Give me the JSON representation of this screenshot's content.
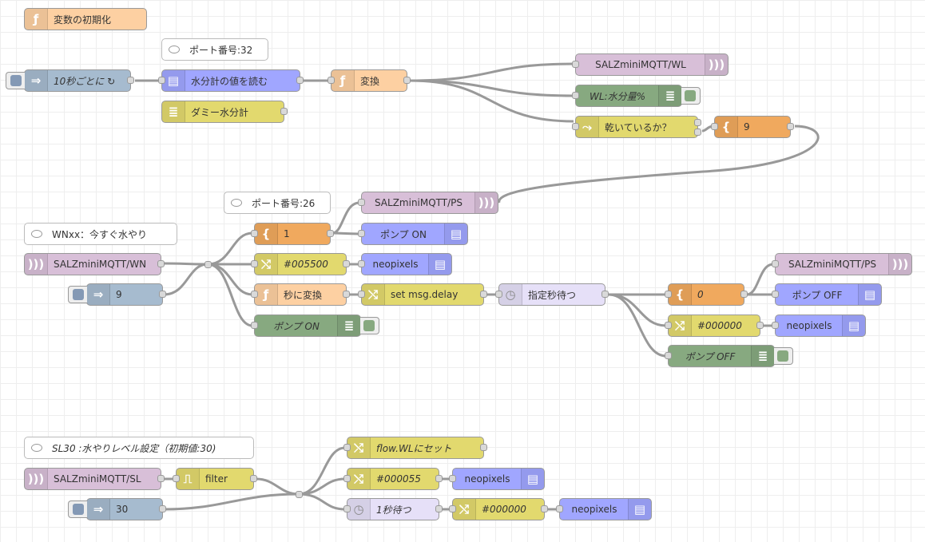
{
  "flow": {
    "nodes": {
      "init_func": {
        "label": "変数の初期化",
        "icon": "function-icon",
        "color": "#fdd0a2"
      },
      "inject_10s": {
        "label": "10秒ごとに ↻",
        "icon": "inject-arrow-icon",
        "color": "#a6bbcf"
      },
      "comment_port32": {
        "label": "ポート番号:32"
      },
      "read_moisture": {
        "label": "水分計の値を読む",
        "icon": "rpi-gpio-icon",
        "color": "#a0a6ff"
      },
      "dummy_meter": {
        "label": "ダミー水分計",
        "icon": "list-icon",
        "color": "#e2d96e"
      },
      "convert": {
        "label": "変換",
        "icon": "function-icon",
        "color": "#fdd0a2"
      },
      "mqtt_wl": {
        "label": "SALZminiMQTT/WL",
        "icon": "mqtt-wave-icon",
        "color": "#d8bfd8"
      },
      "debug_wl": {
        "label": "WL:水分量%",
        "icon": "debug-list-icon",
        "color": "#87a980"
      },
      "switch_dry": {
        "label": "乾いているか？",
        "icon": "switch-icon",
        "color": "#e2d96e"
      },
      "template_9": {
        "label": "9",
        "icon": "template-brace-icon",
        "color": "#f0a95e"
      },
      "comment_port26": {
        "label": "ポート番号:26"
      },
      "mqtt_ps_top": {
        "label": "SALZminiMQTT/PS",
        "icon": "mqtt-wave-icon",
        "color": "#d8bfd8"
      },
      "comment_wnxx": {
        "label": "WNxx：今すぐ水やり"
      },
      "mqtt_wn": {
        "label": "SALZminiMQTT/WN",
        "icon": "mqtt-wave-icon",
        "color": "#d8bfd8"
      },
      "inject_9": {
        "label": "9",
        "icon": "inject-arrow-icon",
        "color": "#a6bbcf"
      },
      "template_1": {
        "label": "1",
        "icon": "template-brace-icon",
        "color": "#f0a95e"
      },
      "pump_on": {
        "label": "ポンプ ON",
        "icon": "rpi-gpio-icon",
        "color": "#a0a6ff"
      },
      "change_005500": {
        "label": "#005500",
        "icon": "change-shuffle-icon",
        "color": "#e2d96e"
      },
      "neo_1": {
        "label": "neopixels",
        "icon": "rpi-gpio-icon",
        "color": "#a0a6ff"
      },
      "to_seconds": {
        "label": "秒に変換",
        "icon": "function-icon",
        "color": "#fdd0a2"
      },
      "set_delay": {
        "label": "set msg.delay",
        "icon": "change-shuffle-icon",
        "color": "#e2d96e"
      },
      "wait_seconds": {
        "label": "指定秒待つ",
        "icon": "delay-clock-icon",
        "color": "#e6e0f8"
      },
      "debug_pump_on": {
        "label": "ポンプ ON",
        "icon": "debug-list-icon",
        "color": "#87a980"
      },
      "mqtt_ps_2": {
        "label": "SALZminiMQTT/PS",
        "icon": "mqtt-wave-icon",
        "color": "#d8bfd8"
      },
      "template_0": {
        "label": "0",
        "icon": "template-brace-icon",
        "color": "#f0a95e"
      },
      "pump_off": {
        "label": "ポンプ OFF",
        "icon": "rpi-gpio-icon",
        "color": "#a0a6ff"
      },
      "change_000000_a": {
        "label": "#000000",
        "icon": "change-shuffle-icon",
        "color": "#e2d96e"
      },
      "neo_2": {
        "label": "neopixels",
        "icon": "rpi-gpio-icon",
        "color": "#a0a6ff"
      },
      "debug_pump_off": {
        "label": "ポンプ OFF",
        "icon": "debug-list-icon",
        "color": "#87a980"
      },
      "comment_sl30": {
        "label": "SL30 :水やりレベル設定（初期値:30)"
      },
      "mqtt_sl": {
        "label": "SALZminiMQTT/SL",
        "icon": "mqtt-wave-icon",
        "color": "#d8bfd8"
      },
      "filter": {
        "label": "filter",
        "icon": "filter-icon",
        "color": "#e2d96e"
      },
      "inject_30": {
        "label": "30",
        "icon": "inject-arrow-icon",
        "color": "#a6bbcf"
      },
      "flow_wl_set": {
        "label": "flow.WLにセット",
        "icon": "change-shuffle-icon",
        "color": "#e2d96e"
      },
      "change_000055": {
        "label": "#000055",
        "icon": "change-shuffle-icon",
        "color": "#e2d96e"
      },
      "neo_3": {
        "label": "neopixels",
        "icon": "rpi-gpio-icon",
        "color": "#a0a6ff"
      },
      "wait_1s": {
        "label": "1秒待つ",
        "icon": "delay-clock-icon",
        "color": "#e6e0f8"
      },
      "change_000000_b": {
        "label": "#000000",
        "icon": "change-shuffle-icon",
        "color": "#e2d96e"
      },
      "neo_4": {
        "label": "neopixels",
        "icon": "rpi-gpio-icon",
        "color": "#a0a6ff"
      }
    }
  }
}
